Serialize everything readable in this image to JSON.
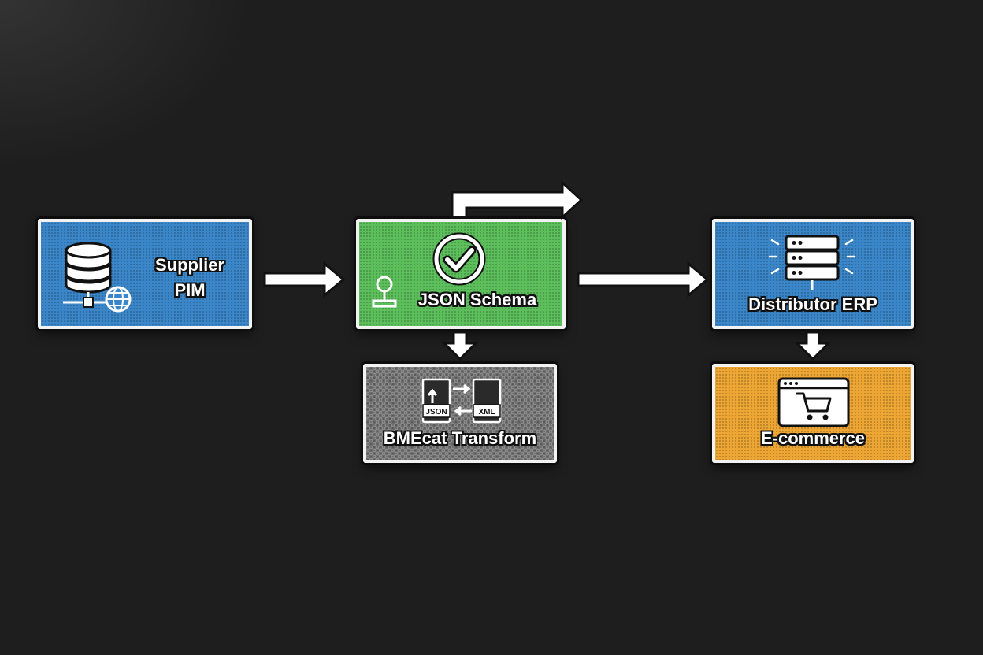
{
  "diagram": {
    "nodes": {
      "supplier_pim": {
        "line1": "Supplier",
        "line2": "PIM"
      },
      "json_schema": {
        "label": "JSON Schema"
      },
      "bmecat_transform": {
        "label": "BMEcat Transform",
        "badge_json": "JSON",
        "badge_xml": "XML"
      },
      "distributor_erp": {
        "label": "Distributor ERP"
      },
      "ecommerce": {
        "label": "E-commerce"
      }
    },
    "colors": {
      "background": "#1e1e1e",
      "supplier_pim": "#3a86c8",
      "json_schema": "#5cbf5c",
      "bmecat_transform": "#8a8a8a",
      "distributor_erp": "#3a86c8",
      "ecommerce": "#eda534",
      "border": "#f2f2f2"
    },
    "icons": {
      "supplier_pim": [
        "database-icon",
        "network-globe-icon"
      ],
      "json_schema": [
        "checkmark-circle-icon",
        "user-stamp-icon"
      ],
      "bmecat_transform": [
        "json-xml-convert-icon"
      ],
      "distributor_erp": [
        "server-rack-icon"
      ],
      "ecommerce": [
        "shopping-cart-browser-icon"
      ]
    },
    "edges": [
      {
        "from": "Supplier PIM",
        "to": "JSON Schema"
      },
      {
        "from": "JSON Schema",
        "to": "Distributor ERP"
      },
      {
        "from": "JSON Schema",
        "to": "BMEcat Transform"
      },
      {
        "from": "Distributor ERP",
        "to": "E-commerce"
      },
      {
        "from": "JSON Schema",
        "to": "(outbound)"
      }
    ]
  }
}
